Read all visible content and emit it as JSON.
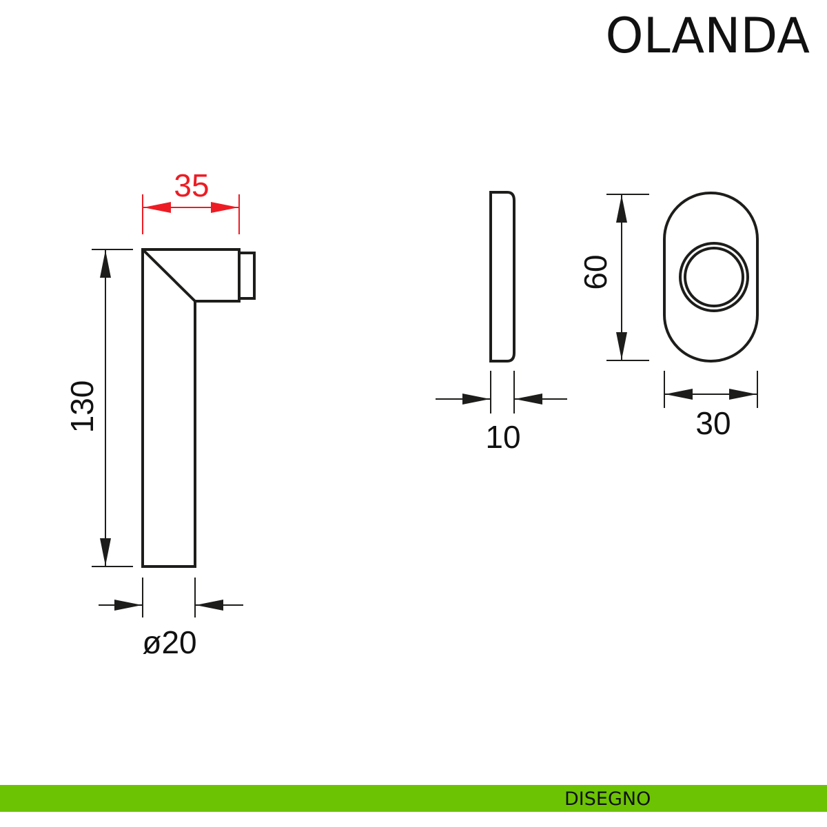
{
  "title": "OLANDA",
  "footer": {
    "label": "DISEGNO",
    "color": "#6cc304"
  },
  "handle": {
    "width_dim": "35",
    "height_dim": "130",
    "diameter_dim": "ø20"
  },
  "plate_side": {
    "thickness_dim": "10"
  },
  "rosette": {
    "height_dim": "60",
    "width_dim": "30"
  },
  "colors": {
    "line": "#1d1d1b",
    "highlight_dim": "#ed1c24"
  }
}
